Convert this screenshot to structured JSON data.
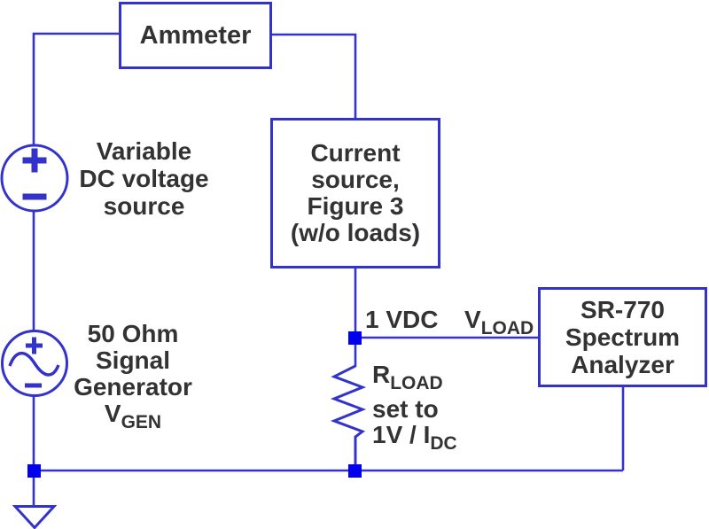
{
  "diagram_title": "current-source-noise-measurement-setup",
  "colors": {
    "background": "#ffffff",
    "wire": "#3333cc",
    "box_border": "#3333cc",
    "junction": "#0000ee",
    "text": "#333333"
  },
  "boxes": {
    "ammeter": {
      "label": "Ammeter"
    },
    "current_source": {
      "lines": [
        "Current",
        "source,",
        "Figure 3",
        "(w/o loads)"
      ]
    },
    "spectrum_analyzer": {
      "lines": [
        "SR-770",
        "Spectrum",
        "Analyzer"
      ]
    }
  },
  "labels": {
    "dc_source": {
      "lines": [
        "Variable",
        "DC voltage",
        "source"
      ]
    },
    "signal_generator": {
      "lines": [
        "50 Ohm",
        "Signal",
        "Generator"
      ],
      "vgen_main": "V",
      "vgen_sub": "GEN"
    },
    "node": {
      "vdc": "1 VDC",
      "vload_main": "V",
      "vload_sub": "LOAD"
    },
    "rload": {
      "line1_main": "R",
      "line1_sub": "LOAD",
      "line2": "set to",
      "line3_main": "1V / I",
      "line3_sub": "DC"
    }
  },
  "icons": {
    "dc_source": "dc-voltage-source-icon",
    "ac_source": "ac-signal-source-icon",
    "resistor": "resistor-icon",
    "ground": "ground-icon",
    "junction": "junction-dot-icon"
  }
}
